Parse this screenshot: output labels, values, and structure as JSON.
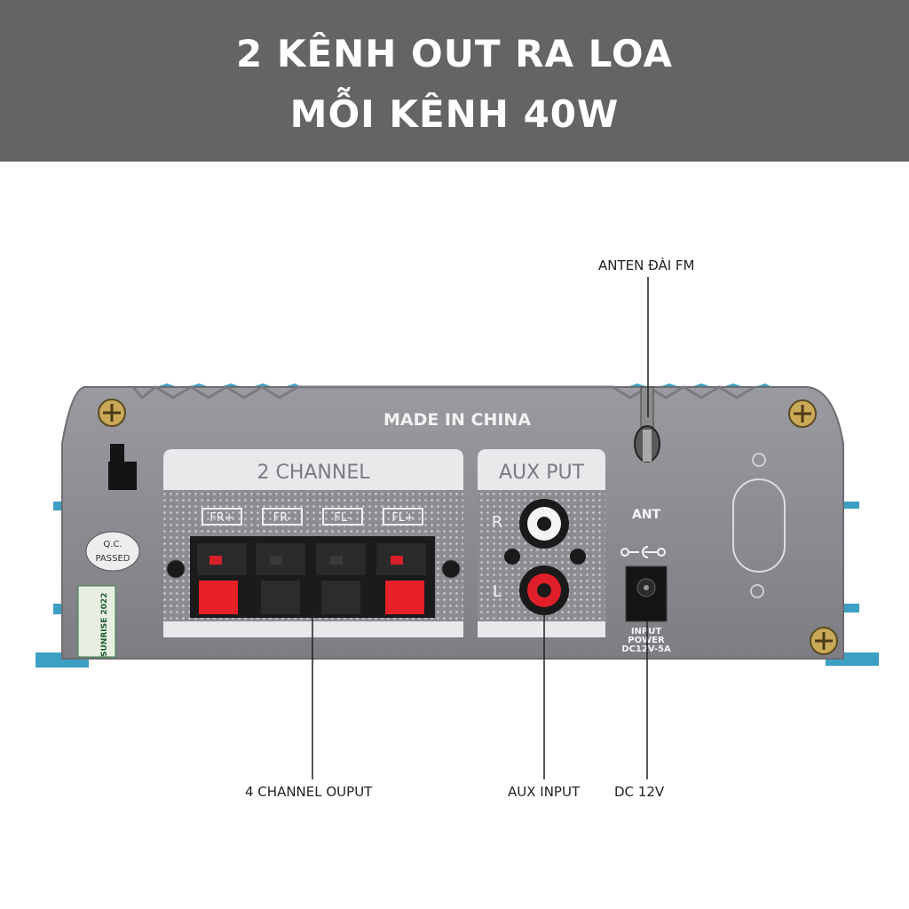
{
  "banner": {
    "line1": "2 KÊNH OUT RA LOA",
    "line2": "MỖI KÊNH 40W"
  },
  "device": {
    "made_in": "MADE IN CHINA",
    "channel_panel_title": "2 CHANNEL",
    "terminal_labels": [
      "FR+",
      "FR-",
      "FL-",
      "FL+"
    ],
    "aux_panel_title": "AUX PUT",
    "rca_labels": [
      "R",
      "L"
    ],
    "ant_label": "ANT",
    "power_label_lines": [
      "INPUT",
      "POWER",
      "DC12V-5A"
    ],
    "qc_sticker": [
      "Q.C.",
      "PASSED"
    ],
    "side_sticker": "SUNRISE 2022"
  },
  "callouts": {
    "antenna": "ANTEN ĐÀI FM",
    "channel_output": "4 CHANNEL OUPUT",
    "aux_input": "AUX INPUT",
    "dc": "DC 12V"
  },
  "colors": {
    "banner": "#646464",
    "chassis": "#8a8a90",
    "heatsink": "#3d9fc3",
    "terminal_red": "#e8202a",
    "terminal_black": "#1c1c1c"
  }
}
